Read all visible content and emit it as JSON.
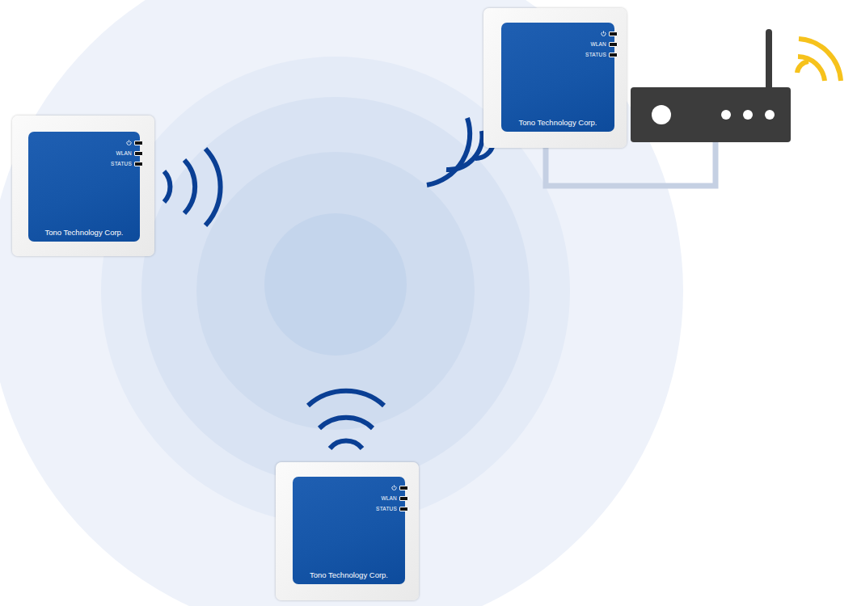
{
  "diagram": {
    "nodes": [
      {
        "text": [
          "WLAN",
          "STATUS",
          "Tono Technology Corp."
        ]
      },
      {
        "text": [
          "WLAN",
          "STATUS",
          "Tono Technology Corp."
        ]
      },
      {
        "text": [
          "WLAN",
          "STATUS",
          "Tono Technology Corp."
        ]
      }
    ],
    "edges": []
  }
}
